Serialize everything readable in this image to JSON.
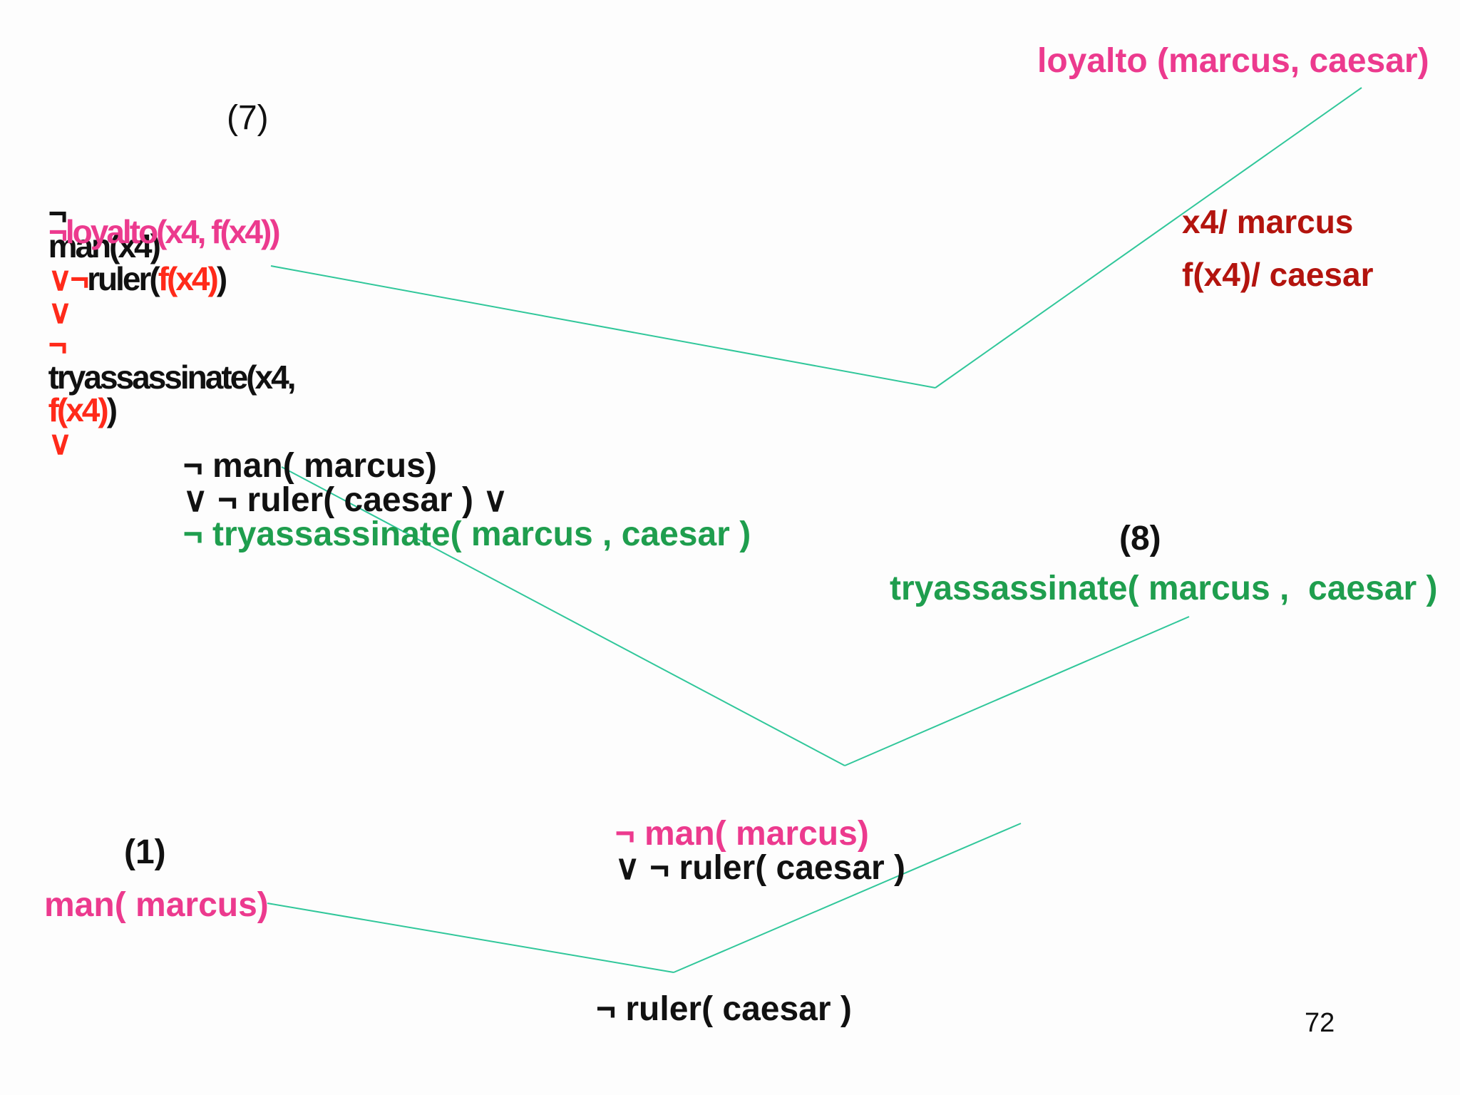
{
  "colors": {
    "edge": "#30c79a",
    "text": "#111111",
    "pink": "#ec3a8e",
    "red": "#ff2a1a",
    "dark_red": "#b3140e",
    "green": "#1f9e4e"
  },
  "top_right": {
    "clause": "loyalto (marcus, caesar)",
    "subst_1": "x4/ marcus",
    "subst_2": "f(x4)/ caesar"
  },
  "clause7": {
    "label": "(7)",
    "neg1": "¬",
    "man": "man(x4)",
    "or1": "∨",
    "neg2": "¬",
    "ruler": "ruler(",
    "ruler_arg": "f(x4)",
    "ruler_close": ")",
    "or2": "∨",
    "neg3": "¬",
    "try": "tryassassinate(x4,",
    "try_arg": "f(x4)",
    "try_close": ")",
    "or3": "∨",
    "loyal": "¬loyalto(x4, f(x4))"
  },
  "resolvent1": {
    "part1": "¬ man( marcus)",
    "part2": "∨ ¬ ruler( caesar ) ∨",
    "part3": "¬ tryassassinate( marcus , caesar )"
  },
  "clause8": {
    "label": "(8)",
    "text": "tryassassinate( marcus ,  caesar )"
  },
  "resolvent2": {
    "part1": "¬ man( marcus)",
    "part2": "∨ ¬ ruler( caesar )"
  },
  "clause1": {
    "label": "(1)",
    "text": "man( marcus)"
  },
  "resolvent3": {
    "text": "¬ ruler( caesar )"
  },
  "page_number": "72"
}
